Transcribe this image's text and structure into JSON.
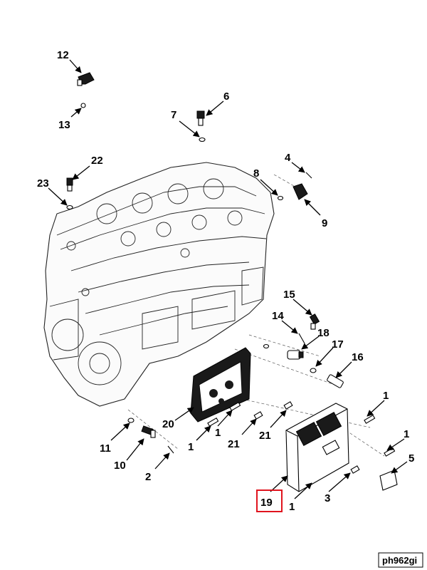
{
  "diagram": {
    "image_id_label": "ph962gi",
    "highlighted_callout": "19",
    "highlight_color": "#e0141e",
    "callouts": {
      "c12": "12",
      "c13": "13",
      "c6": "6",
      "c7": "7",
      "c22": "22",
      "c23": "23",
      "c4": "4",
      "c8": "8",
      "c9": "9",
      "c15": "15",
      "c14": "14",
      "c18": "18",
      "c17": "17",
      "c16": "16",
      "c20": "20",
      "c11": "11",
      "c10": "10",
      "c2": "2",
      "c1a": "1",
      "c1b": "1",
      "c21a": "21",
      "c21b": "21",
      "c1c": "1",
      "c1d": "1",
      "c5": "5",
      "c3": "3",
      "c1e": "1",
      "c19": "19"
    }
  }
}
